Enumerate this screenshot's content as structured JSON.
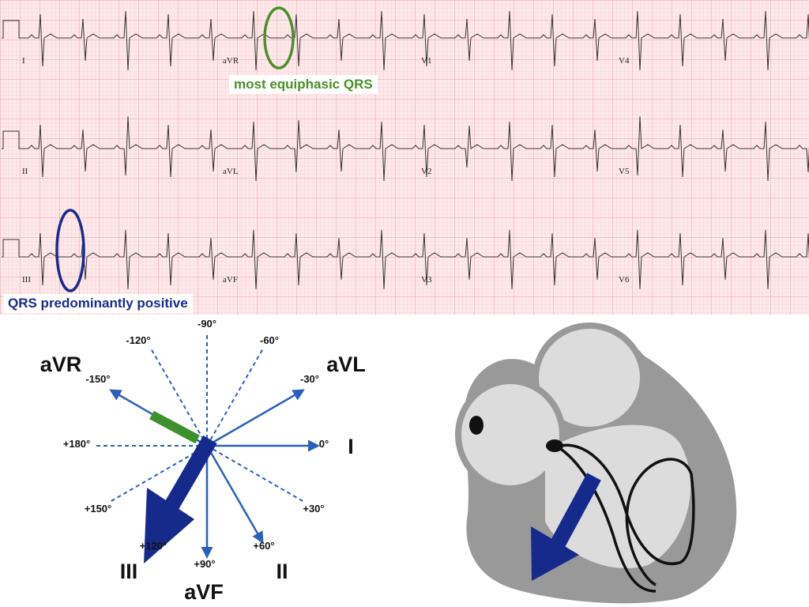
{
  "ecg": {
    "leads": [
      "I",
      "aVR",
      "V1",
      "V4",
      "II",
      "aVL",
      "V2",
      "V5",
      "III",
      "aVF",
      "V3",
      "V6"
    ]
  },
  "annotations": {
    "equiphasic": {
      "text": "most equiphasic QRS",
      "color": "#4a8f2a"
    },
    "positive": {
      "text": "QRS predominantly positive",
      "color": "#1a2a8c"
    }
  },
  "hexaxial": {
    "degree_labels": [
      "-90°",
      "-120°",
      "-60°",
      "-150°",
      "-30°",
      "+180°",
      "0°",
      "+150°",
      "+30°",
      "+120°",
      "+60°",
      "+90°"
    ],
    "lead_labels": [
      "aVR",
      "aVL",
      "I",
      "III",
      "II",
      "aVF"
    ],
    "colors": {
      "lead_line": "#2a5fbf",
      "axis_arrow": "#162a8c",
      "equiphasic_bar": "#3e8f2e"
    }
  },
  "heart": {
    "colors": {
      "outer": "#999999",
      "chamber": "#dddddd",
      "wire": "#111111",
      "arrow": "#162a8c"
    }
  }
}
